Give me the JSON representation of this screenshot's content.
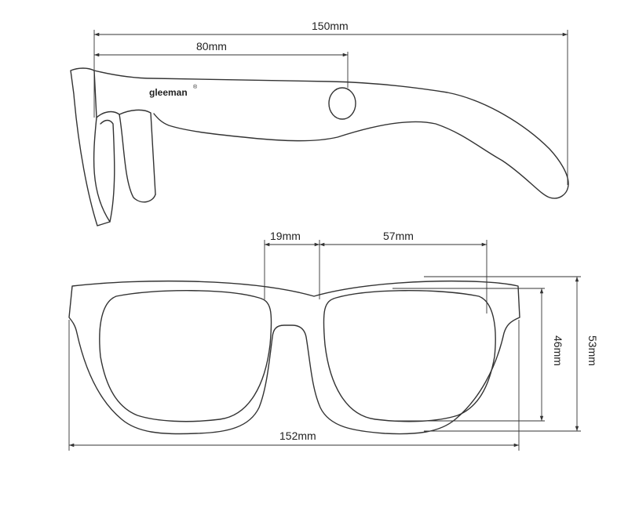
{
  "brand": {
    "logo": "gleeman",
    "mark": "®"
  },
  "dimensions": {
    "total_temple_length": "150mm",
    "hinge_to_hole": "80mm",
    "bridge_width": "19mm",
    "lens_width": "57mm",
    "frame_width": "152mm",
    "lens_height": "46mm",
    "frame_height": "53mm"
  },
  "colors": {
    "line": "#333333",
    "background": "#ffffff"
  }
}
